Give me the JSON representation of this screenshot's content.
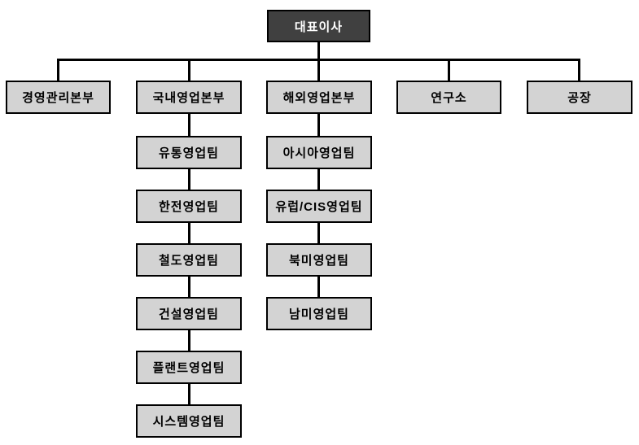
{
  "chart": {
    "title": "organization-chart",
    "root": {
      "label": "대표이사"
    },
    "divisions": [
      {
        "label": "경영관리본부"
      },
      {
        "label": "국내영업본부"
      },
      {
        "label": "해외영업본부"
      },
      {
        "label": "연구소"
      },
      {
        "label": "공장"
      }
    ],
    "domestic_sales_teams": [
      "유통영업팀",
      "한전영업팀",
      "철도영업팀",
      "건설영업팀",
      "플랜트영업팀",
      "시스템영업팀"
    ],
    "overseas_sales_teams": [
      "아시아영업팀",
      "유럽/CIS영업팀",
      "북미영업팀",
      "남미영업팀"
    ],
    "colors": {
      "root_background": "#404040",
      "root_text": "#ffffff",
      "node_background": "#d3d3d3",
      "node_border": "#000000",
      "connector": "#000000",
      "page_background": "#ffffff"
    }
  }
}
